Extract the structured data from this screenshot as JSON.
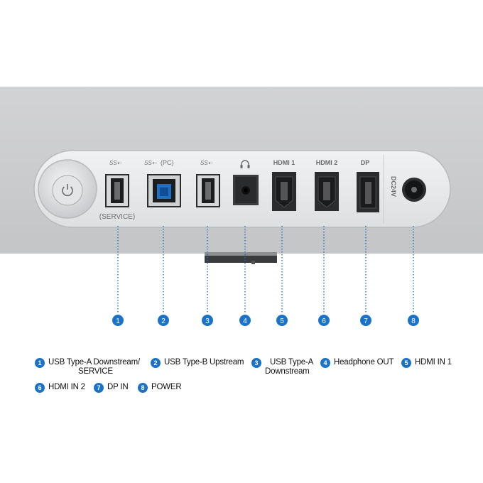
{
  "ports": [
    {
      "num": "1",
      "top_label": "",
      "bottom_label": "(SERVICE)"
    },
    {
      "num": "2",
      "top_label": "(PC)",
      "bottom_label": ""
    },
    {
      "num": "3",
      "top_label": "",
      "bottom_label": ""
    },
    {
      "num": "4",
      "top_label": "",
      "bottom_label": ""
    },
    {
      "num": "5",
      "top_label": "HDMI 1",
      "bottom_label": ""
    },
    {
      "num": "6",
      "top_label": "HDMI 2",
      "bottom_label": ""
    },
    {
      "num": "7",
      "top_label": "DP",
      "bottom_label": ""
    },
    {
      "num": "8",
      "top_label": "DC24V",
      "bottom_label": ""
    }
  ],
  "legend": [
    {
      "num": "1",
      "line1": "USB Type-A Downstream/",
      "line2": "SERVICE"
    },
    {
      "num": "2",
      "line1": "USB Type-B Upstream",
      "line2": ""
    },
    {
      "num": "3",
      "line1": "USB Type-A",
      "line2": "Downstream"
    },
    {
      "num": "4",
      "line1": "Headphone OUT",
      "line2": ""
    },
    {
      "num": "5",
      "line1": "HDMI IN 1",
      "line2": ""
    },
    {
      "num": "6",
      "line1": "HDMI IN 2",
      "line2": ""
    },
    {
      "num": "7",
      "line1": "DP IN",
      "line2": ""
    },
    {
      "num": "8",
      "line1": "POWER",
      "line2": ""
    }
  ],
  "colors": {
    "accent": "#1a73c8",
    "panel": "#e6e7e9",
    "body": "#c9cacc"
  }
}
